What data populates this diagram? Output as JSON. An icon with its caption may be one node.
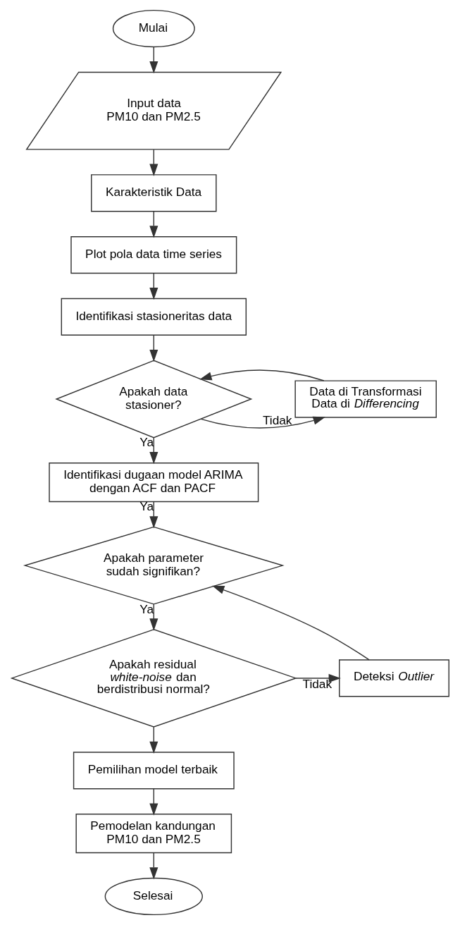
{
  "diagram": {
    "nodes": [
      {
        "text": [
          "Mulai"
        ]
      },
      {
        "text": [
          "Input data PM10 dan PM2.5"
        ]
      },
      {
        "text": [
          "Karakteristik Data"
        ]
      },
      {
        "text": [
          "Plot pola data time series"
        ]
      },
      {
        "text": [
          "Identifikasi stasioneritas data"
        ]
      },
      {
        "text": [
          "Apakah data stasioner?"
        ]
      },
      {
        "text": [
          "Data di Transformasi Data di *Differencing*"
        ]
      },
      {
        "text": [
          "Identifikasi dugaan model ARIMA dengan ACF dan PACF"
        ]
      },
      {
        "text": [
          "Apakah parameter sudah signifikan?"
        ]
      },
      {
        "text": [
          "Apakah residual *white-noise* dan berdistribusi normal?"
        ]
      },
      {
        "text": [
          "Deteksi *Outlier*"
        ]
      },
      {
        "text": [
          "Pemilihan model terbaik"
        ]
      },
      {
        "text": [
          "Pemodelan kandungan PM10 dan PM2.5"
        ]
      },
      {
        "text": [
          "Selesai"
        ]
      }
    ],
    "edges": [
      {
        "from": 0,
        "to": 1,
        "arrow": "to"
      },
      {
        "from": 1,
        "to": 2,
        "arrow": "to"
      },
      {
        "from": 2,
        "to": 3,
        "arrow": "to"
      },
      {
        "from": 3,
        "to": 4,
        "arrow": "to"
      },
      {
        "from": 4,
        "to": 5,
        "arrow": "to"
      },
      {
        "from": 5,
        "to": 6,
        "arrow": "to",
        "label": "Tidak"
      },
      {
        "from": 6,
        "to": 5,
        "arrow": "to"
      },
      {
        "from": 5,
        "to": 7,
        "arrow": "to",
        "label": "Ya"
      },
      {
        "from": 7,
        "to": 8,
        "arrow": "to",
        "label": "Ya"
      },
      {
        "from": 8,
        "to": 9,
        "arrow": "to",
        "label": "Ya"
      },
      {
        "from": 9,
        "to": 10,
        "arrow": "to",
        "label": "Tidak"
      },
      {
        "from": 10,
        "to": 8,
        "arrow": "to"
      },
      {
        "from": 9,
        "to": 11,
        "arrow": "to"
      },
      {
        "from": 11,
        "to": 12,
        "arrow": "to"
      },
      {
        "from": 12,
        "to": 13,
        "arrow": "to"
      }
    ]
  }
}
